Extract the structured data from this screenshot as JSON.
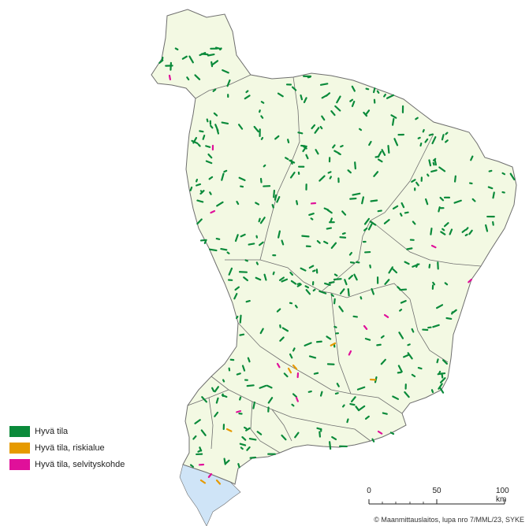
{
  "colors": {
    "land": "#f3f9e3",
    "border": "#6e6e6e",
    "sea": "#cfe4f7",
    "good": "#0a8a3a",
    "risk": "#e69a00",
    "survey": "#e0109a"
  },
  "legend": {
    "items": [
      {
        "label": "Hyvä tila",
        "color": "#0a8a3a"
      },
      {
        "label": "Hyvä tila, riskialue",
        "color": "#e69a00"
      },
      {
        "label": "Hyvä tila, selvityskohde",
        "color": "#e0109a"
      }
    ]
  },
  "scale": {
    "ticks": [
      "0",
      "50",
      "100"
    ],
    "unit": "km"
  },
  "copyright": "© Maanmittauslaitos, lupa nro 7/MML/23, SYKE"
}
